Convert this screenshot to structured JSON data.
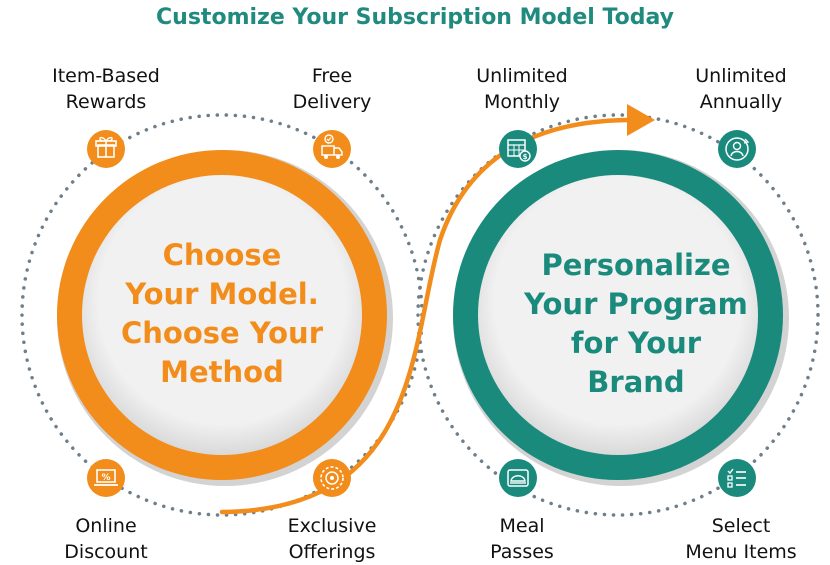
{
  "title": "Customize Your Subscription Model Today",
  "colors": {
    "orange": "#f28c1a",
    "teal": "#1a8a7d",
    "dot_gray": "#6f7f8a",
    "center_fill": "#eeeeee"
  },
  "left_circle": {
    "lines": [
      "Choose",
      "Your Model.",
      "Choose Your",
      "Method"
    ],
    "items": [
      {
        "lines": [
          "Item-Based",
          "Rewards"
        ],
        "icon": "gift-icon"
      },
      {
        "lines": [
          "Free",
          "Delivery"
        ],
        "icon": "delivery-truck-icon"
      },
      {
        "lines": [
          "Online",
          "Discount"
        ],
        "icon": "percent-laptop-icon"
      },
      {
        "lines": [
          "Exclusive",
          "Offerings"
        ],
        "icon": "target-badge-icon"
      }
    ]
  },
  "right_circle": {
    "lines": [
      "Personalize",
      "Your Program",
      "for Your",
      "Brand"
    ],
    "items": [
      {
        "lines": [
          "Unlimited",
          "Monthly"
        ],
        "icon": "calendar-dollar-icon"
      },
      {
        "lines": [
          "Unlimited",
          "Annually"
        ],
        "icon": "user-refresh-icon"
      },
      {
        "lines": [
          "Meal",
          "Passes"
        ],
        "icon": "meal-pass-icon"
      },
      {
        "lines": [
          "Select",
          "Menu Items"
        ],
        "icon": "checklist-icon"
      }
    ]
  }
}
